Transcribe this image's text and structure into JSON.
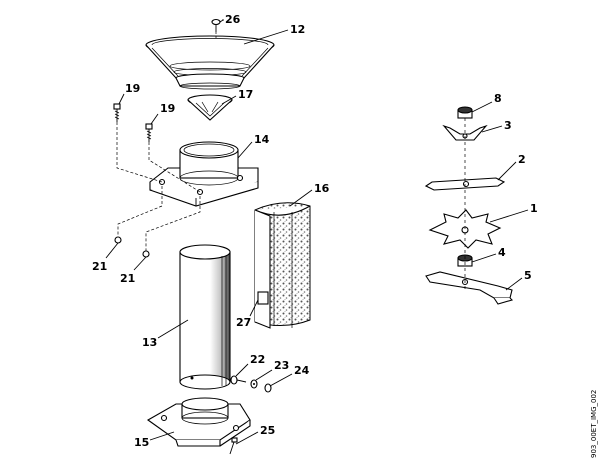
{
  "callouts": {
    "c1": "1",
    "c2": "2",
    "c3": "3",
    "c4": "4",
    "c5": "5",
    "c8": "8",
    "c12": "12",
    "c13": "13",
    "c14": "14",
    "c15": "15",
    "c16": "16",
    "c17": "17",
    "c19a": "19",
    "c19b": "19",
    "c21a": "21",
    "c21b": "21",
    "c22": "22",
    "c23": "23",
    "c24": "24",
    "c25": "25",
    "c26": "26",
    "c27": "27"
  },
  "image_id": "903_00ET_IMG_002"
}
